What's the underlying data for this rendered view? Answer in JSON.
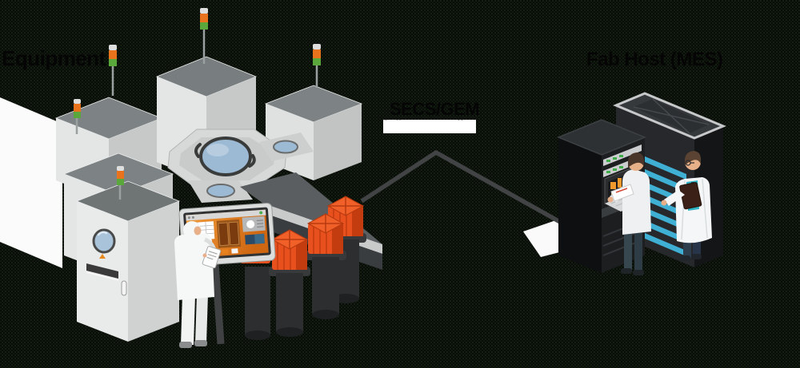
{
  "diagram": {
    "equipment_label": "Equipment",
    "connection": {
      "title": "SECS/GEM",
      "subtitle": "(SEMI Equipment Communications Standard / Generic Equipment Model)"
    },
    "host_label": "Fab Host (MES)"
  },
  "scene": {
    "left_illustration": "semiconductor-cluster-tool-with-cleanroom-operator",
    "right_illustration": "fab-host-server-racks-with-two-engineers",
    "signal_towers": 5,
    "foup_carriers": 4,
    "server_racks": 2,
    "people": 3
  },
  "colors": {
    "background": "#0b100b",
    "label_text": "#050505",
    "chamber_light_gray": "#e4e5e5",
    "chamber_top_gray": "#7d8384",
    "viewport_blue": "#9dbad4",
    "foup_orange": "#e8501d",
    "signal_green": "#5aa83c",
    "signal_orange": "#e8731c",
    "hmi_screen_orange": "#e07b22",
    "cable_gray": "#414344",
    "rack_black": "#1c1e20",
    "server_stripe_blue": "#3fb0d4",
    "labcoat_white": "#f4f6f7",
    "shirt_teal": "#2fb3c4"
  }
}
